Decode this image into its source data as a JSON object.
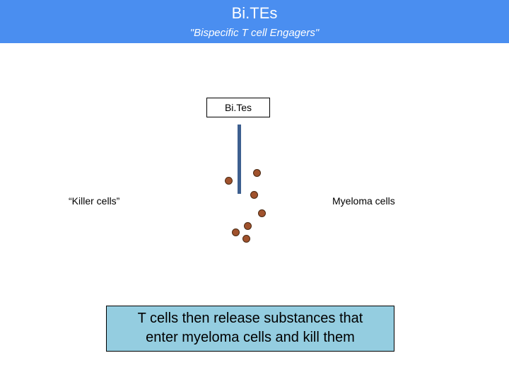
{
  "header": {
    "title": "Bi.TEs",
    "subtitle": "\"Bispecific T cell Engagers\""
  },
  "diagram": {
    "bites_label": "Bi.Tes",
    "killer_label": "“Killer cells”",
    "myeloma_label": "Myeloma cells"
  },
  "callout": {
    "line1": "T cells then release substances that",
    "line2": "enter myeloma cells and kill them"
  },
  "colors": {
    "header_bg": "#4a8ef0",
    "callout_bg": "#94cde0",
    "particle": "#a0522d",
    "rod": "#3d5f8f"
  }
}
